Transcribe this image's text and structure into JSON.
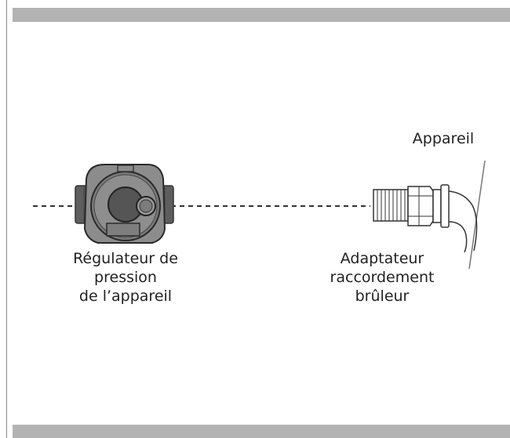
{
  "labels": {
    "regulator": [
      "Régulateur de",
      "pression",
      "de l’appareil"
    ],
    "adapter": [
      "Adaptateur",
      "raccordement",
      "brûleur"
    ],
    "appliance": "Appareil"
  },
  "icons": {
    "regulator": "gas-pressure-regulator-icon",
    "adapter": "burner-connection-adapter-icon"
  },
  "colors": {
    "band": "#b3b3b3",
    "regulator_body": "#8c8c8c",
    "regulator_dark": "#6a6a6a",
    "line": "#333333"
  }
}
